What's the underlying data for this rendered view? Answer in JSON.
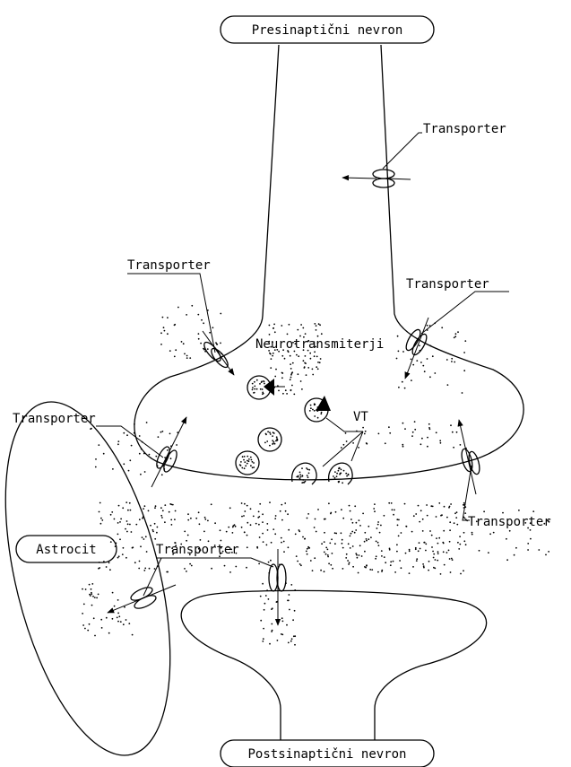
{
  "labels": {
    "presynaptic": "Presinaptični nevron",
    "postsynaptic": "Postsinaptični nevron",
    "astrocyte": "Astrocit",
    "neurotransmitters": "Neurotransmiterji",
    "vt": "VT",
    "transporter": "Transporter"
  },
  "colors": {
    "line": "#000000",
    "background": "#ffffff"
  }
}
